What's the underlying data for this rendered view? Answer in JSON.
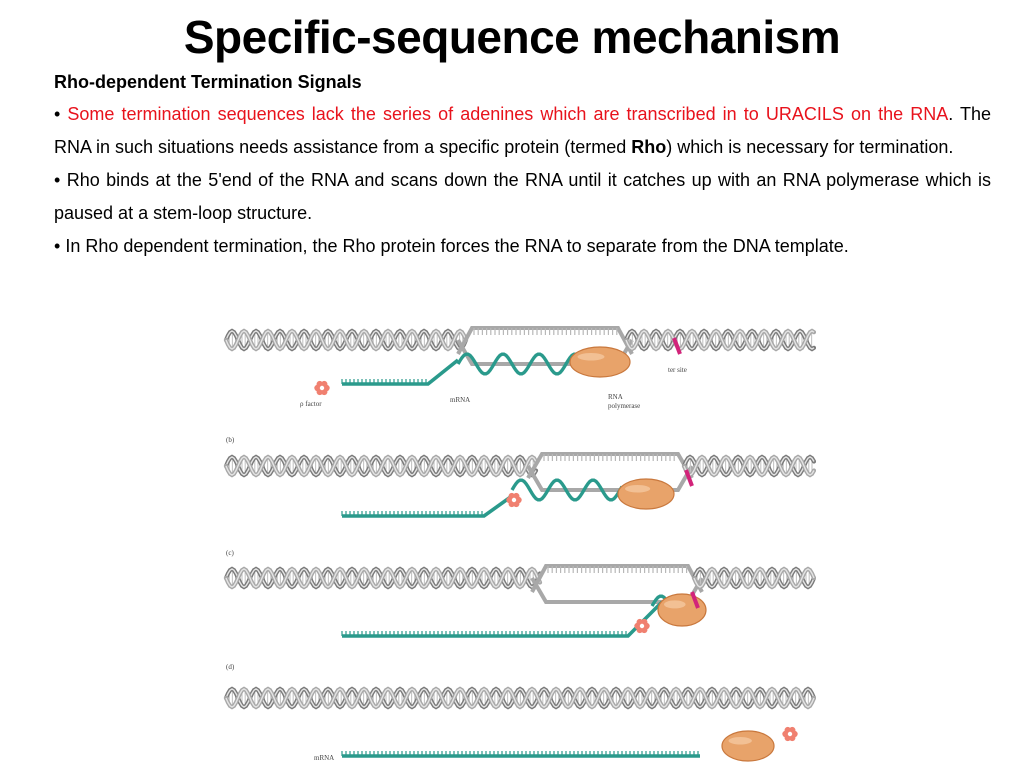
{
  "slide": {
    "title": "Specific-sequence mechanism",
    "subtitle": "Rho-dependent Termination Signals",
    "bullets": [
      {
        "marker": "•",
        "red_text": "Some termination sequences lack the series of adenines which are transcribed in to URACILS on the RNA",
        "text_1": ". The RNA in such situations needs assistance from a specific protein (termed ",
        "bold": "Rho",
        "text_2": ") which is necessary for termination."
      },
      {
        "marker": "•",
        "text": "Rho binds at the 5'end of the RNA and scans down the RNA until it catches up with an RNA polymerase  which is paused at a stem-loop structure."
      },
      {
        "marker": "•",
        "text": "In Rho dependent termination, the Rho protein forces the RNA to separate from the DNA template."
      }
    ]
  },
  "figure": {
    "labels": {
      "rho_factor": "ρ factor",
      "mrna_a": "mRNA",
      "rna_polymerase_line1": "RNA",
      "rna_polymerase_line2": "polymerase",
      "ter_site": "ter site",
      "mrna_d": "mRNA"
    },
    "panels": [
      "(b)",
      "(c)",
      "(d)"
    ],
    "colors": {
      "dna": "#a8a8a8",
      "dna_dark": "#7a7a7a",
      "rna": "#2a9a8c",
      "polymerase": "#e8a36a",
      "ter_site": "#d2247a",
      "rho": "#f08070"
    }
  }
}
